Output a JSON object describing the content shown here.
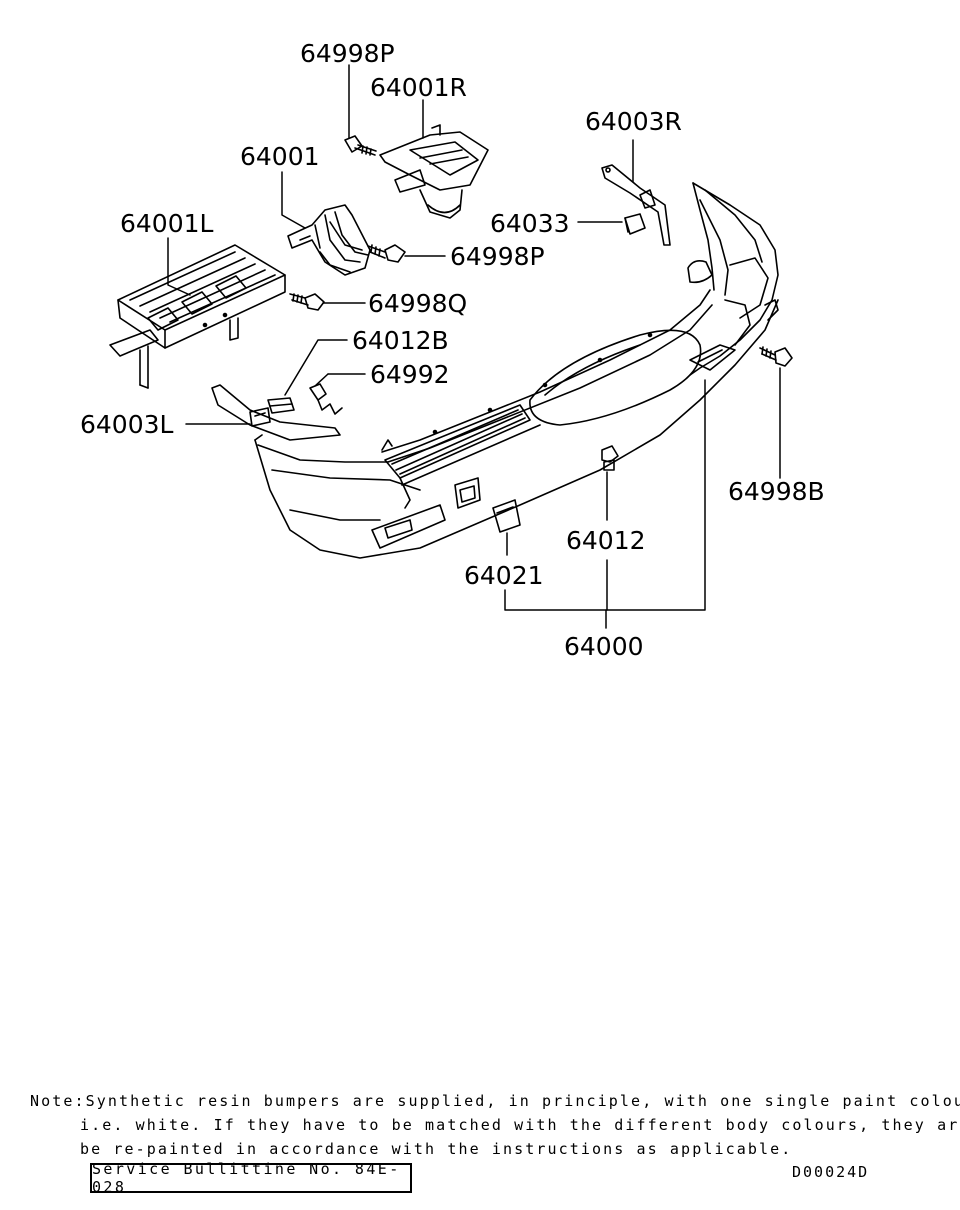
{
  "parts": {
    "p64998P_top": "64998P",
    "p64001R": "64001R",
    "p64003R": "64003R",
    "p64001": "64001",
    "p64033": "64033",
    "p64001L": "64001L",
    "p64998P_mid": "64998P",
    "p64998Q": "64998Q",
    "p64012B": "64012B",
    "p64992": "64992",
    "p64003L": "64003L",
    "p64998B": "64998B",
    "p64012": "64012",
    "p64021": "64021",
    "p64000": "64000"
  },
  "note": {
    "line1": "Note:Synthetic resin bumpers are supplied, in principle, with one single paint colour",
    "line2": "i.e. white. If they have to be matched with the different body colours, they are to",
    "line3": "be re-painted in accordance with the instructions as applicable."
  },
  "bulletin": "Service Bullittine No. 84E-028",
  "drawing_number": "D00024D"
}
